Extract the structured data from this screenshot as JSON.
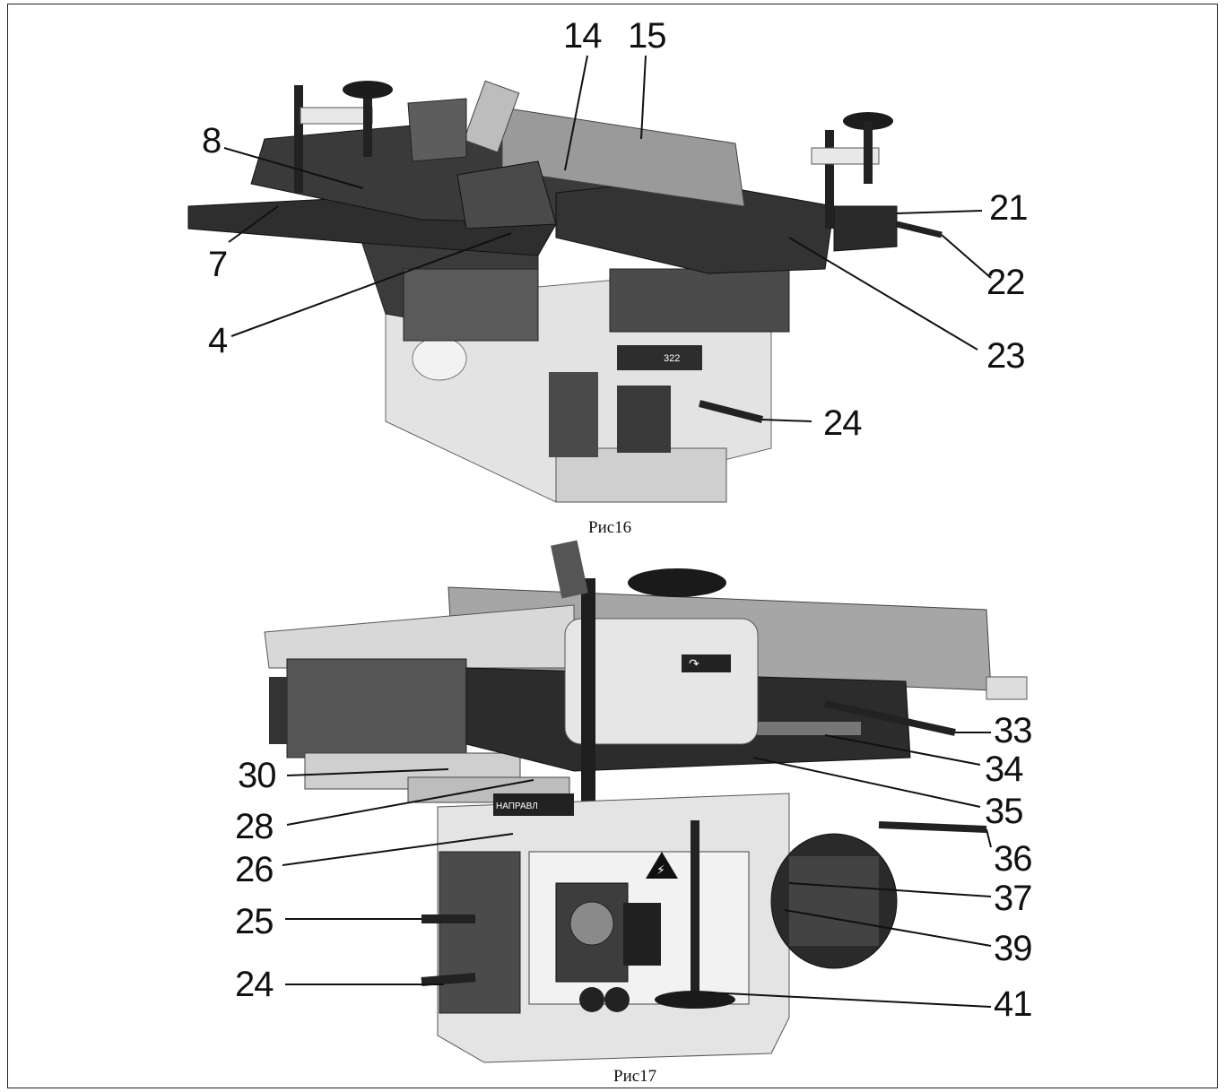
{
  "figure1": {
    "caption": "Рис16",
    "plate_text": "322",
    "labels": [
      "14",
      "15",
      "8",
      "7",
      "4",
      "21",
      "22",
      "23",
      "24"
    ]
  },
  "figure2": {
    "caption": "Рис17",
    "plate_text": "НАПРАВЛ",
    "labels": [
      "30",
      "28",
      "26",
      "25",
      "24",
      "33",
      "34",
      "35",
      "36",
      "37",
      "39",
      "41"
    ]
  },
  "colors": {
    "machine_dark": "#2a2a2a",
    "machine_light": "#e6e6e6",
    "line": "#111111"
  }
}
